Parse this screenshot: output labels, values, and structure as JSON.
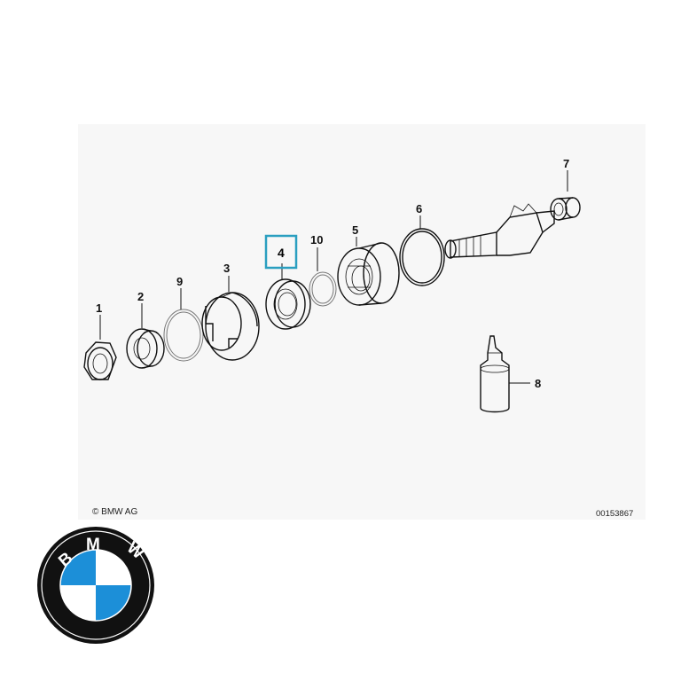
{
  "diagram": {
    "copyright": "© BMW AG",
    "drawing_id": "00153867",
    "selected_part": "4",
    "part_labels": {
      "p1": "1",
      "p2": "2",
      "p3": "3",
      "p4": "4",
      "p5": "5",
      "p6": "6",
      "p7": "7",
      "p8": "8",
      "p9": "9",
      "p10": "10"
    }
  },
  "logo": {
    "letter_b": "B",
    "letter_m": "M",
    "letter_w": "W"
  },
  "colors": {
    "highlight": "#2a9fc0",
    "logo_blue": "#1c8fd8",
    "logo_black": "#111111"
  }
}
